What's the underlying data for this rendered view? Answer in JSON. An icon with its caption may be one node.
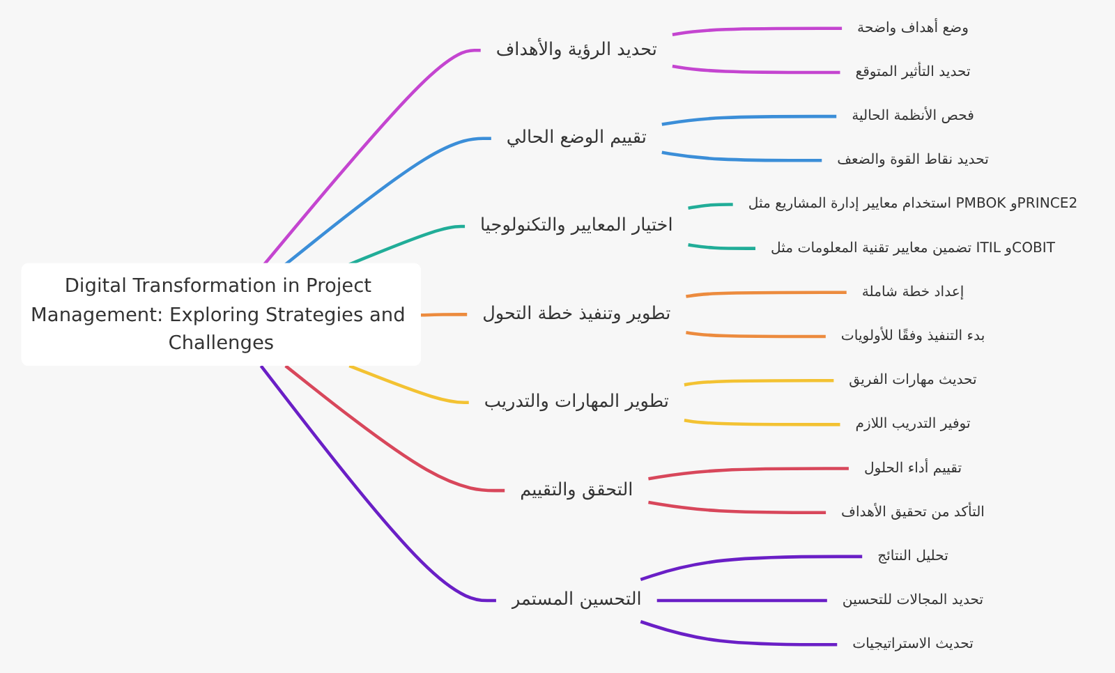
{
  "diagram": {
    "nodes": [
      {
        "text": [
          "Digital Transformation in Project Management: Exploring Strategies and Challenges"
        ]
      },
      {
        "text": [
          "تحديد الرؤية والأهداف"
        ]
      },
      {
        "text": [
          "وضع أهداف واضحة"
        ]
      },
      {
        "text": [
          "تحديد التأثير المتوقع"
        ]
      },
      {
        "text": [
          "تقييم الوضع الحالي"
        ]
      },
      {
        "text": [
          "فحص الأنظمة الحالية"
        ]
      },
      {
        "text": [
          "تحديد نقاط القوة والضعف"
        ]
      },
      {
        "text": [
          "اختيار المعايير والتكنولوجيا"
        ]
      },
      {
        "text": [
          "استخدام معايير إدارة المشاريع مثل PMBOK وPRINCE2"
        ]
      },
      {
        "text": [
          "تضمين معايير تقنية المعلومات مثل ITIL وCOBIT"
        ]
      },
      {
        "text": [
          "تطوير وتنفيذ خطة التحول"
        ]
      },
      {
        "text": [
          "إعداد خطة شاملة"
        ]
      },
      {
        "text": [
          "بدء التنفيذ وفقًا للأولويات"
        ]
      },
      {
        "text": [
          "تطوير المهارات والتدريب"
        ]
      },
      {
        "text": [
          "تحديث مهارات الفريق"
        ]
      },
      {
        "text": [
          "توفير التدريب اللازم"
        ]
      },
      {
        "text": [
          "التحقق والتقييم"
        ]
      },
      {
        "text": [
          "تقييم أداء الحلول"
        ]
      },
      {
        "text": [
          "التأكد من تحقيق الأهداف"
        ]
      },
      {
        "text": [
          "التحسين المستمر"
        ]
      },
      {
        "text": [
          "تحليل النتائج"
        ]
      },
      {
        "text": [
          "تحديد المجالات للتحسين"
        ]
      },
      {
        "text": [
          "تحديث الاستراتيجيات"
        ]
      }
    ],
    "edges": [
      {
        "from": 0,
        "to": 1,
        "arrow": "none",
        "color": "#c445d0"
      },
      {
        "from": 1,
        "to": 2,
        "arrow": "none",
        "color": "#c445d0"
      },
      {
        "from": 1,
        "to": 3,
        "arrow": "none",
        "color": "#c445d0"
      },
      {
        "from": 0,
        "to": 4,
        "arrow": "none",
        "color": "#3b8ed8"
      },
      {
        "from": 4,
        "to": 5,
        "arrow": "none",
        "color": "#3b8ed8"
      },
      {
        "from": 4,
        "to": 6,
        "arrow": "none",
        "color": "#3b8ed8"
      },
      {
        "from": 0,
        "to": 7,
        "arrow": "none",
        "color": "#21ad98"
      },
      {
        "from": 7,
        "to": 8,
        "arrow": "none",
        "color": "#21ad98"
      },
      {
        "from": 7,
        "to": 9,
        "arrow": "none",
        "color": "#21ad98"
      },
      {
        "from": 0,
        "to": 10,
        "arrow": "none",
        "color": "#ec8b3e"
      },
      {
        "from": 10,
        "to": 11,
        "arrow": "none",
        "color": "#ec8b3e"
      },
      {
        "from": 10,
        "to": 12,
        "arrow": "none",
        "color": "#ec8b3e"
      },
      {
        "from": 0,
        "to": 13,
        "arrow": "none",
        "color": "#f3c232"
      },
      {
        "from": 13,
        "to": 14,
        "arrow": "none",
        "color": "#f3c232"
      },
      {
        "from": 13,
        "to": 15,
        "arrow": "none",
        "color": "#f3c232"
      },
      {
        "from": 0,
        "to": 16,
        "arrow": "none",
        "color": "#d8475b"
      },
      {
        "from": 16,
        "to": 17,
        "arrow": "none",
        "color": "#d8475b"
      },
      {
        "from": 16,
        "to": 18,
        "arrow": "none",
        "color": "#d8475b"
      },
      {
        "from": 0,
        "to": 19,
        "arrow": "none",
        "color": "#6a1fc6"
      },
      {
        "from": 19,
        "to": 20,
        "arrow": "none",
        "color": "#6a1fc6"
      },
      {
        "from": 19,
        "to": 21,
        "arrow": "none",
        "color": "#6a1fc6"
      },
      {
        "from": 19,
        "to": 22,
        "arrow": "none",
        "color": "#6a1fc6"
      }
    ]
  }
}
